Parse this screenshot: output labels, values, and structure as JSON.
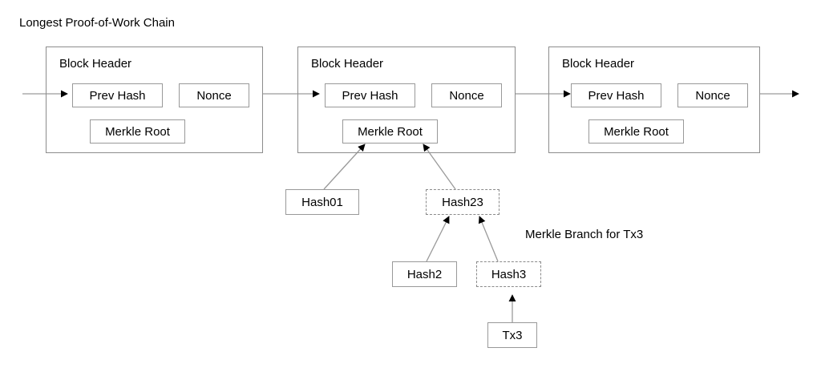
{
  "diagram": {
    "title": "Longest Proof-of-Work Chain",
    "branch_note": "Merkle Branch for Tx3",
    "colors": {
      "background": "#ffffff",
      "text": "#000000",
      "block_border": "#8c8c8c",
      "field_border": "#999999",
      "dashed_border": "#8a8a8a",
      "connector_line": "#9a9a9a",
      "arrow_fill": "#000000"
    },
    "blocks": [
      {
        "id": "block-1",
        "label": "Block Header",
        "fields": [
          {
            "id": "prev-hash",
            "label": "Prev Hash"
          },
          {
            "id": "nonce",
            "label": "Nonce"
          },
          {
            "id": "merkle-root",
            "label": "Merkle Root"
          }
        ]
      },
      {
        "id": "block-2",
        "label": "Block Header",
        "fields": [
          {
            "id": "prev-hash",
            "label": "Prev Hash"
          },
          {
            "id": "nonce",
            "label": "Nonce"
          },
          {
            "id": "merkle-root",
            "label": "Merkle Root"
          }
        ]
      },
      {
        "id": "block-3",
        "label": "Block Header",
        "fields": [
          {
            "id": "prev-hash",
            "label": "Prev Hash"
          },
          {
            "id": "nonce",
            "label": "Nonce"
          },
          {
            "id": "merkle-root",
            "label": "Merkle Root"
          }
        ]
      }
    ],
    "merkle_nodes": [
      {
        "id": "hash01",
        "label": "Hash01",
        "style": "solid"
      },
      {
        "id": "hash23",
        "label": "Hash23",
        "style": "dashed"
      },
      {
        "id": "hash2",
        "label": "Hash2",
        "style": "solid"
      },
      {
        "id": "hash3",
        "label": "Hash3",
        "style": "dashed"
      },
      {
        "id": "tx3",
        "label": "Tx3",
        "style": "solid"
      }
    ],
    "edges": [
      {
        "from": "chain-start",
        "to": "block-1-prev-hash",
        "kind": "chain"
      },
      {
        "from": "block-1",
        "to": "block-2-prev-hash",
        "kind": "chain"
      },
      {
        "from": "block-2",
        "to": "block-3-prev-hash",
        "kind": "chain"
      },
      {
        "from": "block-3",
        "to": "chain-end",
        "kind": "chain"
      },
      {
        "from": "hash01",
        "to": "block-2-merkle-root",
        "kind": "merkle"
      },
      {
        "from": "hash23",
        "to": "block-2-merkle-root",
        "kind": "merkle"
      },
      {
        "from": "hash2",
        "to": "hash23",
        "kind": "merkle"
      },
      {
        "from": "hash3",
        "to": "hash23",
        "kind": "merkle"
      },
      {
        "from": "tx3",
        "to": "hash3",
        "kind": "merkle"
      }
    ]
  }
}
